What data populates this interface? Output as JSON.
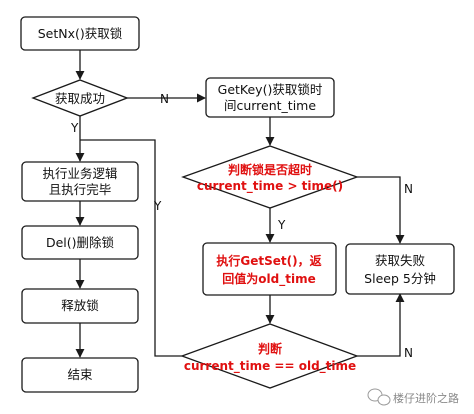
{
  "nodes": {
    "setnx": "SetNx()获取锁",
    "success_check": "获取成功",
    "getkey_line1": "GetKey()获取锁时",
    "getkey_line2": "间current_time",
    "expired_line1": "判断锁是否超时",
    "expired_line2": "current_time > time()",
    "business_line1": "执行业务逻辑",
    "business_line2": "且执行完毕",
    "getset_line1": "执行GetSet()，返",
    "getset_line2": "回值为old_time",
    "fail_line1": "获取失败",
    "fail_line2": "Sleep 5分钟",
    "del": "Del()删除锁",
    "release": "释放锁",
    "end": "结束",
    "compare_line1": "判断",
    "compare_line2": "current_time == old_time"
  },
  "edge_labels": {
    "success_yes": "Y",
    "success_no": "N",
    "expired_yes": "Y",
    "expired_no": "N",
    "compare_yes": "Y",
    "compare_no": "N"
  },
  "colors": {
    "emphasis_text": "#e01010",
    "line": "#1a1a1a"
  },
  "watermark": "楼仔进阶之路"
}
